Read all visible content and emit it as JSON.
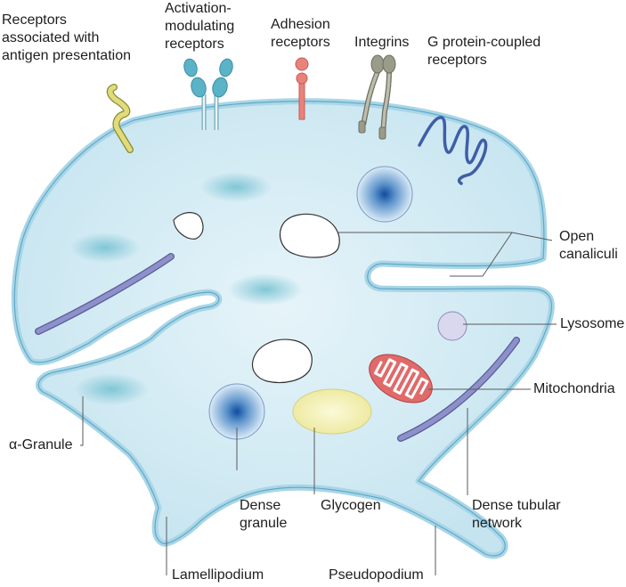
{
  "labels": {
    "receptors_antigen": "Receptors\nassociated with\nantigen presentation",
    "activation_modulating": "Activation-\nmodulating\nreceptors",
    "adhesion": "Adhesion\nreceptors",
    "integrins": "Integrins",
    "gpcr": "G protein-coupled\nreceptors",
    "open_canaliculi": "Open\ncanaliculi",
    "lysosome": "Lysosome",
    "mitochondria": "Mitochondria",
    "alpha_granule": "α-Granule",
    "dense_granule": "Dense\ngranule",
    "glycogen": "Glycogen",
    "dense_tubular": "Dense tubular\nnetwork",
    "lamellipodium": "Lamellipodium",
    "pseudopodium": "Pseudopodium"
  },
  "colors": {
    "cytoplasm": "#cfe8f2",
    "membrane": "#a9d6e7",
    "membrane_edge": "#5fa9c8",
    "receptor_antigen": "#d6d46a",
    "receptor_activation": "#5ab3c7",
    "receptor_adhesion": "#e8837c",
    "receptor_integrin": "#9b9b8a",
    "receptor_gpcr": "#3f5ea8",
    "dense_tubular": "#8d90c9",
    "mitochondria": "#e06a6a",
    "lysosome": "#d9d8ee",
    "glycogen": "#f3f0b5",
    "dense_granule_core": "#1a56a8",
    "alpha_granule": "#7cc4d4",
    "leader_line": "#5a5a5a"
  }
}
